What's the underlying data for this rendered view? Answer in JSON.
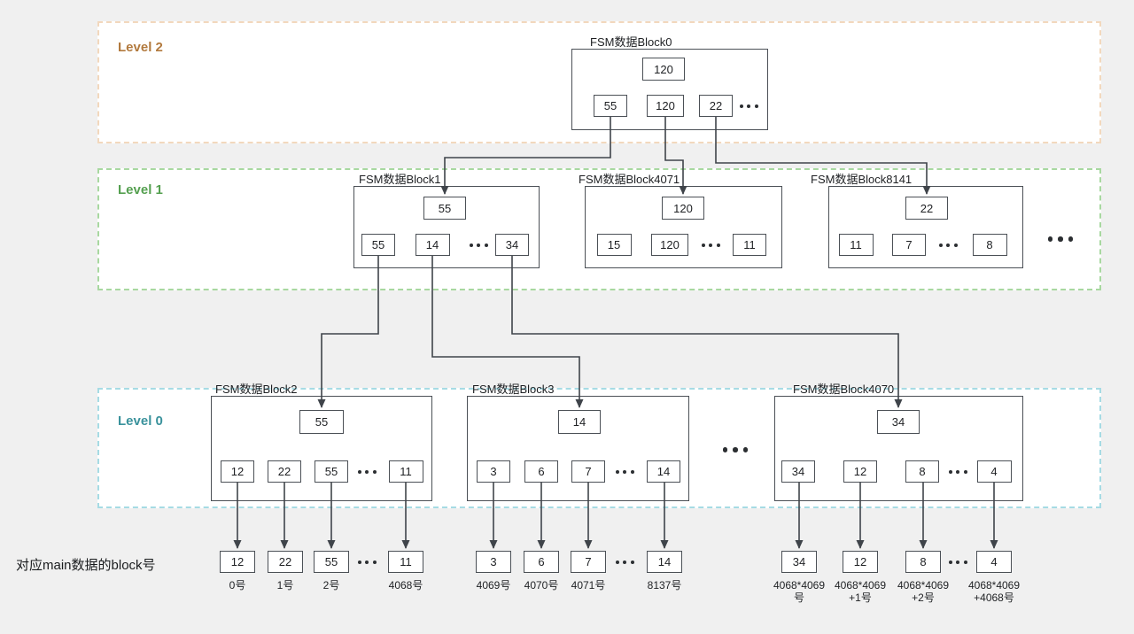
{
  "colors": {
    "page_background": "#f0f0f0",
    "zone_background": "#ffffff",
    "level2_label": "#b27a3e",
    "level1_label": "#55a050",
    "level0_label": "#3a929c",
    "level2_border": "#f2d8bd",
    "level1_border": "#a8d8a0",
    "level0_border": "#a6dbe4",
    "box_border": "#4b5056",
    "line": "#3f444a",
    "text": "#1e2023"
  },
  "zones": [
    {
      "id": "level2",
      "label": "Level 2",
      "blocks": [
        {
          "id": "block0",
          "title": "FSM数据Block0",
          "top_value": "120",
          "cells": [
            "55",
            "120",
            "22",
            "…"
          ]
        }
      ]
    },
    {
      "id": "level1",
      "label": "Level 1",
      "row_ellipsis": "…",
      "blocks": [
        {
          "id": "block1",
          "title": "FSM数据Block1",
          "top_value": "55",
          "cells": [
            "55",
            "14",
            "…",
            "34"
          ]
        },
        {
          "id": "block4071",
          "title": "FSM数据Block4071",
          "top_value": "120",
          "cells": [
            "15",
            "120",
            "…",
            "11"
          ]
        },
        {
          "id": "block8141",
          "title": "FSM数据Block8141",
          "top_value": "22",
          "cells": [
            "11",
            "7",
            "…",
            "8"
          ]
        }
      ]
    },
    {
      "id": "level0",
      "label": "Level 0",
      "gap_ellipsis": "…",
      "blocks": [
        {
          "id": "block2",
          "title": "FSM数据Block2",
          "top_value": "55",
          "cells": [
            "12",
            "22",
            "55",
            "…",
            "11"
          ]
        },
        {
          "id": "block3",
          "title": "FSM数据Block3",
          "top_value": "14",
          "cells": [
            "3",
            "6",
            "7",
            "…",
            "14"
          ]
        },
        {
          "id": "block4070",
          "title": "FSM数据Block4070",
          "top_value": "34",
          "cells": [
            "34",
            "12",
            "8",
            "…",
            "4"
          ]
        }
      ]
    }
  ],
  "bottom_row": {
    "caption": "对应main数据的block号",
    "groups": [
      {
        "id": "groupA",
        "cells": [
          {
            "value": "12",
            "label": "0号"
          },
          {
            "value": "22",
            "label": "1号"
          },
          {
            "value": "55",
            "label": "2号"
          },
          {
            "ellipsis": "…"
          },
          {
            "value": "11",
            "label": "4068号"
          }
        ]
      },
      {
        "id": "groupB",
        "cells": [
          {
            "value": "3",
            "label": "4069号"
          },
          {
            "value": "6",
            "label": "4070号"
          },
          {
            "value": "7",
            "label": "4071号"
          },
          {
            "ellipsis": "…"
          },
          {
            "value": "14",
            "label": "8137号"
          }
        ]
      },
      {
        "id": "groupC",
        "cells": [
          {
            "value": "34",
            "label": "4068*4069\n号"
          },
          {
            "value": "12",
            "label": "4068*4069\n+1号"
          },
          {
            "value": "8",
            "label": "4068*4069\n+2号"
          },
          {
            "ellipsis": "…"
          },
          {
            "value": "4",
            "label": "4068*4069\n+4068号"
          }
        ]
      }
    ]
  }
}
